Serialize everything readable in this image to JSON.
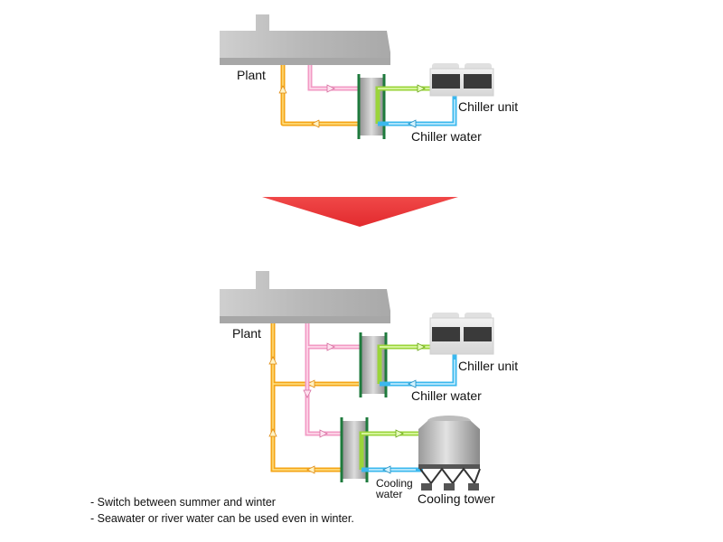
{
  "top_diagram": {
    "plant_label": "Plant",
    "chiller_unit_label": "Chiller unit",
    "chiller_water_label": "Chiller water"
  },
  "bottom_diagram": {
    "plant_label": "Plant",
    "chiller_unit_label": "Chiller unit",
    "chiller_water_label": "Chiller water",
    "cooling_water_line1": "Cooling",
    "cooling_water_line2": "water",
    "cooling_tower_label": "Cooling tower"
  },
  "notes": [
    "- Switch between summer and winter",
    "- Seawater or river water can be used even in winter."
  ],
  "colors": {
    "hot_pipe": "#F5A516",
    "return_pipe": "#F29AC4",
    "chilled_supply": "#9AD43A",
    "chilled_return": "#3BB8EE",
    "exchanger_frame": "#1E7A3C",
    "transition_arrow": "#EE3A3C",
    "building": "#BDBDBD"
  }
}
